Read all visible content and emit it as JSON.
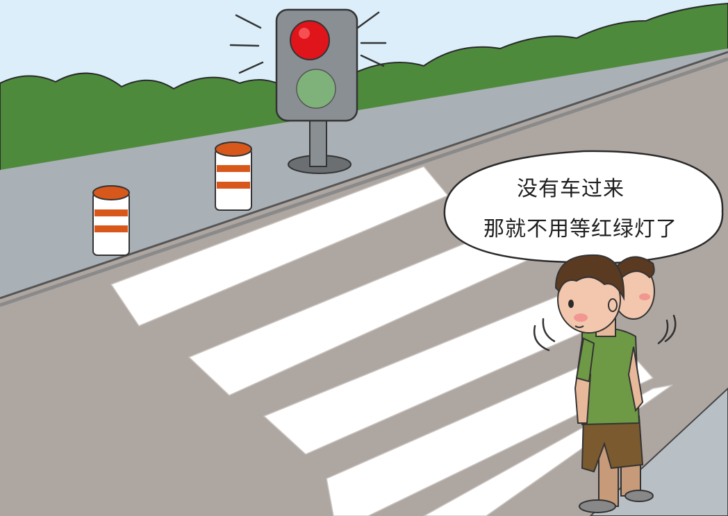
{
  "speech_bubble": {
    "line1": "没有车过来",
    "line2": "那就不用等红绿灯了"
  },
  "traffic_light": {
    "active_signal": "red"
  },
  "colors": {
    "sky": "#dbeefa",
    "hills": "#4e8a3c",
    "road": "#aea6a1",
    "far_road": "#a9b0b6",
    "crosswalk": "#ffffff",
    "light_red": "#e0151b",
    "light_green_off": "#7fb27a",
    "shirt": "#6e9a45",
    "shorts": "#7a5a2e",
    "bollard_stripe": "#d8581c"
  }
}
